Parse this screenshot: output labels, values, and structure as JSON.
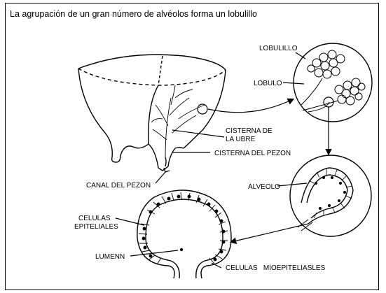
{
  "caption": "La agrupación de un gran número de alvéolos forma un lobulillo",
  "labels": {
    "lobulillo": "LOBULILLO",
    "lobulo": "LOBULO",
    "cisterna_ubre_1": "CISTERNA DE",
    "cisterna_ubre_2": "LA UBRE",
    "cisterna_pezon": "CISTERNA DEL PEZON",
    "canal_pezon": "CANAL DEL PEZON",
    "alveolo": "ALVEOLO",
    "celulas_epiteliales_1": "CELULAS",
    "celulas_epiteliales_2": "EPITELIALES",
    "lumen": "LUMENN",
    "celulas_mioepiteliales": "CELULAS   MIOEPITELIASLES"
  }
}
